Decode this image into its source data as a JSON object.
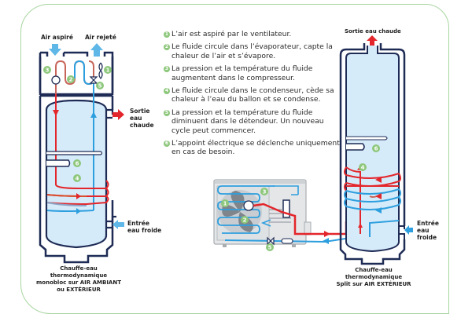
{
  "left_unit": {
    "air_in_label": "Air aspiré",
    "air_out_label": "Air rejeté",
    "hot_water_out_label": [
      "Sortie",
      "eau",
      "chaude"
    ],
    "cold_water_in_label": [
      "Entrée",
      "eau froide"
    ],
    "caption": [
      "Chauffe-eau",
      "thermodynamique",
      "monobloc sur AIR AMBIANT",
      "ou EXTÉRIEUR"
    ],
    "badges": [
      "1",
      "2",
      "3",
      "4",
      "5",
      "6"
    ]
  },
  "right_unit": {
    "hot_water_out_label": "Sortie eau chaude",
    "cold_water_in_label": [
      "Entrée",
      "eau",
      "froide"
    ],
    "caption": [
      "Chauffe-eau",
      "thermodynamique",
      "Split sur AIR EXTÉRIEUR"
    ],
    "badges": [
      "1",
      "2",
      "3",
      "4",
      "5",
      "6"
    ]
  },
  "steps": [
    {
      "num": "1",
      "text": "L’air est aspiré par le ventilateur."
    },
    {
      "num": "2",
      "text": "Le fluide circule dans l’évaporateur, capte la chaleur de l’air et s’évapore."
    },
    {
      "num": "3",
      "text": "La pression et la température du fluide augmentent dans le compresseur."
    },
    {
      "num": "4",
      "text": "Le fluide circule dans le condenseur, cède sa chaleur à l’eau du ballon et se condense."
    },
    {
      "num": "5",
      "text": "La pression et la température du fluide diminuent dans le détendeur. Un nouveau cycle peut commencer."
    },
    {
      "num": "6",
      "text": "L’appoint électrique se déclenche uniquement en cas de besoin."
    }
  ],
  "colors": {
    "border": "#a8d5a0",
    "tank_outline": "#1e2b55",
    "tank_fill": "#d6ebfa",
    "hot": "#e3262b",
    "cold": "#2e9fde",
    "badge": "#8dc77b",
    "unit_body": "#e4e6e8"
  }
}
